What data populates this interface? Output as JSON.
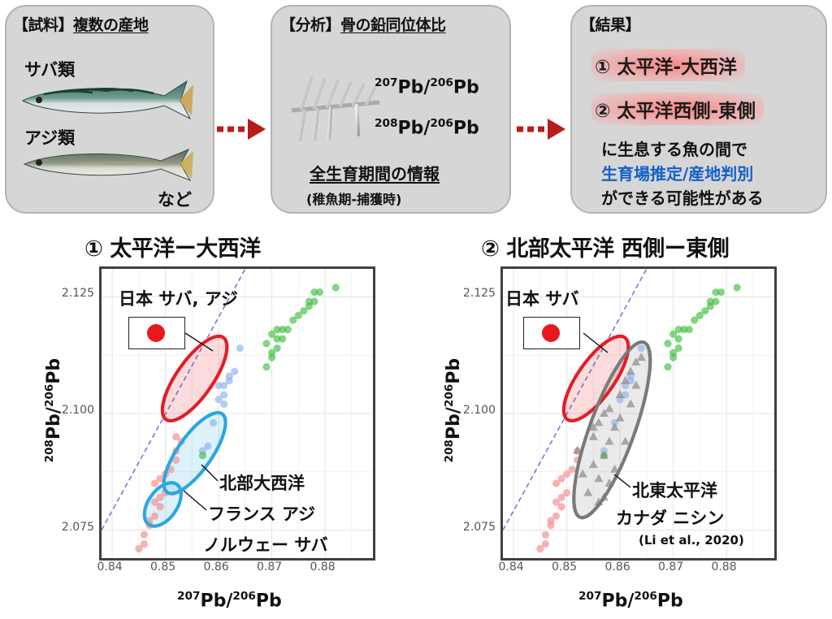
{
  "top": {
    "samples": {
      "title_bracket": "【試料】",
      "title_main": "複数の産地",
      "mackerel_label": "サバ類",
      "horse_mackerel_label": "アジ類",
      "etc_label": "など"
    },
    "analysis": {
      "title_bracket": "【分析】",
      "title_main": "骨の鉛同位体比",
      "ratio1_sup1": "207",
      "ratio1_mid": "Pb/",
      "ratio1_sup2": "206",
      "ratio1_end": "Pb",
      "ratio2_sup1": "208",
      "ratio2_mid": "Pb/",
      "ratio2_sup2": "206",
      "ratio2_end": "Pb",
      "period_label": "全生育期間の情報",
      "period_sub": "(稚魚期-捕獲時)"
    },
    "result": {
      "title": "【結果】",
      "item1": "① 太平洋-大西洋",
      "item2": "② 太平洋西側-東側",
      "line1": "に生息する魚の間で",
      "line2": "生育場推定/産地判別",
      "line3": "ができる可能性がある"
    }
  },
  "sections": {
    "left_title": "① 太平洋ー大西洋",
    "right_title": "② 北部太平洋 西側ー東側"
  },
  "annotations": {
    "left_japan": "日本 サバ, アジ",
    "left_atlantic": "北部大西洋",
    "left_france": "フランス アジ",
    "left_norway": "ノルウェー サバ",
    "right_japan": "日本 サバ",
    "right_ne_pacific": "北東太平洋",
    "right_canada": "カナダ ニシン",
    "right_citation": "(Li et al., 2020)"
  },
  "axes": {
    "xlabel_sup1": "207",
    "xlabel_mid": "Pb/",
    "xlabel_sup2": "206",
    "xlabel_end": "Pb",
    "ylabel_sup1": "208",
    "ylabel_mid": "Pb/",
    "ylabel_sup2": "206",
    "ylabel_end": "Pb",
    "xticks": [
      "0.84",
      "0.85",
      "0.86",
      "0.87",
      "0.88"
    ],
    "yticks": [
      "2.125",
      "2.100",
      "2.075"
    ]
  },
  "colors": {
    "panel_bg": "#d6d6d6",
    "arrow": "#b71c1c",
    "red_points": "#f28b8b",
    "blue_points": "#8fb0ec",
    "green_points": "#3fbf3f",
    "gray_points": "#8a8a8a",
    "red_ellipse": "#e41d26",
    "cyan_ellipse": "#2aa7df",
    "gray_ellipse": "#7a7a7a",
    "dashed_line": "#6f7bdc",
    "highlight_blue": "#1560c8"
  },
  "chart_data": [
    {
      "type": "scatter",
      "title": "① 太平洋ー大西洋",
      "xlabel": "207Pb/206Pb",
      "ylabel": "208Pb/206Pb",
      "xlim": [
        0.838,
        0.889
      ],
      "ylim": [
        2.069,
        2.131
      ],
      "grid": true,
      "series": [
        {
          "name": "",
          "color": "#f28b8b",
          "points": [
            [
              0.845,
              2.071
            ],
            [
              0.846,
              2.074
            ],
            [
              0.846,
              2.072
            ],
            [
              0.847,
              2.076
            ],
            [
              0.847,
              2.077
            ],
            [
              0.848,
              2.078
            ],
            [
              0.848,
              2.081
            ],
            [
              0.849,
              2.08
            ],
            [
              0.849,
              2.082
            ],
            [
              0.85,
              2.083
            ],
            [
              0.848,
              2.085
            ],
            [
              0.849,
              2.086
            ],
            [
              0.85,
              2.087
            ],
            [
              0.851,
              2.088
            ],
            [
              0.852,
              2.09
            ],
            [
              0.852,
              2.092
            ],
            [
              0.853,
              2.094
            ],
            [
              0.852,
              2.095
            ]
          ]
        },
        {
          "name": "",
          "color": "#8fb0ec",
          "points": [
            [
              0.857,
              2.092
            ],
            [
              0.858,
              2.093
            ],
            [
              0.859,
              2.098
            ],
            [
              0.86,
              2.103
            ],
            [
              0.861,
              2.104
            ],
            [
              0.861,
              2.106
            ],
            [
              0.862,
              2.107
            ],
            [
              0.862,
              2.108
            ],
            [
              0.861,
              2.102
            ],
            [
              0.86,
              2.106
            ],
            [
              0.863,
              2.109
            ],
            [
              0.864,
              2.114
            ]
          ]
        },
        {
          "name": "",
          "color": "#3fbf3f",
          "points": [
            [
              0.857,
              2.091
            ],
            [
              0.869,
              2.11
            ],
            [
              0.87,
              2.112
            ],
            [
              0.87,
              2.113
            ],
            [
              0.871,
              2.114
            ],
            [
              0.869,
              2.115
            ],
            [
              0.87,
              2.117
            ],
            [
              0.871,
              2.118
            ],
            [
              0.872,
              2.118
            ],
            [
              0.873,
              2.118
            ],
            [
              0.874,
              2.12
            ],
            [
              0.875,
              2.121
            ],
            [
              0.876,
              2.122
            ],
            [
              0.877,
              2.123
            ],
            [
              0.877,
              2.124
            ],
            [
              0.878,
              2.124
            ],
            [
              0.878,
              2.126
            ],
            [
              0.879,
              2.126
            ],
            [
              0.882,
              2.127
            ],
            [
              0.871,
              2.116
            ],
            [
              0.872,
              2.116
            ]
          ]
        }
      ],
      "reference_line": {
        "style": "dashed",
        "points": [
          [
            0.838,
            2.075
          ],
          [
            0.865,
            2.131
          ]
        ]
      },
      "ellipses": [
        {
          "label": "日本 サバ, アジ",
          "color": "#e41d26",
          "center": [
            0.8555,
            2.1075
          ],
          "semi_axis_a": 0.0094,
          "semi_axis_b": 0.0034,
          "angle_deg": -55
        },
        {
          "label": "北部大西洋",
          "color": "#2aa7df",
          "center": [
            0.8555,
            2.0915
          ],
          "semi_axis_a": 0.009,
          "semi_axis_b": 0.0032,
          "angle_deg": -55
        },
        {
          "label": "フランス アジ / ノルウェー サバ",
          "color": "#2aa7df",
          "center": [
            0.8495,
            2.0805
          ],
          "semi_axis_a": 0.0046,
          "semi_axis_b": 0.0027,
          "angle_deg": -55
        }
      ]
    },
    {
      "type": "scatter",
      "title": "② 北部太平洋 西側ー東側",
      "xlabel": "207Pb/206Pb",
      "ylabel": "208Pb/206Pb",
      "xlim": [
        0.838,
        0.889
      ],
      "ylim": [
        2.069,
        2.131
      ],
      "grid": true,
      "series": [
        {
          "name": "",
          "color": "#f28b8b",
          "points": [
            [
              0.845,
              2.071
            ],
            [
              0.846,
              2.074
            ],
            [
              0.846,
              2.072
            ],
            [
              0.847,
              2.076
            ],
            [
              0.847,
              2.077
            ],
            [
              0.848,
              2.078
            ],
            [
              0.848,
              2.081
            ],
            [
              0.849,
              2.08
            ],
            [
              0.849,
              2.082
            ],
            [
              0.85,
              2.083
            ],
            [
              0.848,
              2.085
            ],
            [
              0.849,
              2.086
            ],
            [
              0.85,
              2.087
            ],
            [
              0.851,
              2.088
            ],
            [
              0.852,
              2.09
            ],
            [
              0.852,
              2.092
            ]
          ]
        },
        {
          "name": "",
          "color": "#8fb0ec",
          "points": [
            [
              0.857,
              2.092
            ],
            [
              0.859,
              2.098
            ],
            [
              0.86,
              2.103
            ],
            [
              0.861,
              2.104
            ],
            [
              0.861,
              2.106
            ],
            [
              0.862,
              2.107
            ],
            [
              0.862,
              2.108
            ],
            [
              0.864,
              2.114
            ]
          ]
        },
        {
          "name": "",
          "color": "#3fbf3f",
          "points": [
            [
              0.857,
              2.091
            ],
            [
              0.869,
              2.11
            ],
            [
              0.87,
              2.112
            ],
            [
              0.87,
              2.113
            ],
            [
              0.871,
              2.114
            ],
            [
              0.869,
              2.115
            ],
            [
              0.87,
              2.117
            ],
            [
              0.871,
              2.118
            ],
            [
              0.872,
              2.118
            ],
            [
              0.873,
              2.118
            ],
            [
              0.874,
              2.12
            ],
            [
              0.875,
              2.121
            ],
            [
              0.876,
              2.122
            ],
            [
              0.877,
              2.123
            ],
            [
              0.877,
              2.124
            ],
            [
              0.878,
              2.124
            ],
            [
              0.878,
              2.126
            ],
            [
              0.879,
              2.126
            ],
            [
              0.882,
              2.127
            ],
            [
              0.871,
              2.116
            ]
          ]
        },
        {
          "name": "",
          "color": "#8a8a8a",
          "marker": "triangle",
          "points": [
            [
              0.852,
              2.092
            ],
            [
              0.853,
              2.087
            ],
            [
              0.854,
              2.083
            ],
            [
              0.855,
              2.089
            ],
            [
              0.855,
              2.095
            ],
            [
              0.856,
              2.086
            ],
            [
              0.856,
              2.098
            ],
            [
              0.857,
              2.091
            ],
            [
              0.857,
              2.082
            ],
            [
              0.858,
              2.094
            ],
            [
              0.858,
              2.101
            ],
            [
              0.859,
              2.097
            ],
            [
              0.859,
              2.088
            ],
            [
              0.86,
              2.104
            ],
            [
              0.86,
              2.099
            ],
            [
              0.861,
              2.107
            ],
            [
              0.861,
              2.094
            ],
            [
              0.862,
              2.102
            ],
            [
              0.862,
              2.109
            ],
            [
              0.863,
              2.106
            ],
            [
              0.863,
              2.111
            ],
            [
              0.864,
              2.112
            ],
            [
              0.855,
              2.097
            ],
            [
              0.857,
              2.1
            ],
            [
              0.856,
              2.081
            ],
            [
              0.858,
              2.085
            ]
          ]
        }
      ],
      "reference_line": {
        "style": "dashed",
        "points": [
          [
            0.838,
            2.075
          ],
          [
            0.865,
            2.131
          ]
        ]
      },
      "ellipses": [
        {
          "label": "日本 サバ",
          "color": "#e41d26",
          "center": [
            0.8555,
            2.1075
          ],
          "semi_axis_a": 0.0094,
          "semi_axis_b": 0.0034,
          "angle_deg": -55
        },
        {
          "label": "北東太平洋 カナダ ニシン",
          "color": "#7a7a7a",
          "center": [
            0.8585,
            2.0965
          ],
          "semi_axis_a": 0.0175,
          "semi_axis_b": 0.0042,
          "angle_deg": -70
        }
      ]
    }
  ]
}
